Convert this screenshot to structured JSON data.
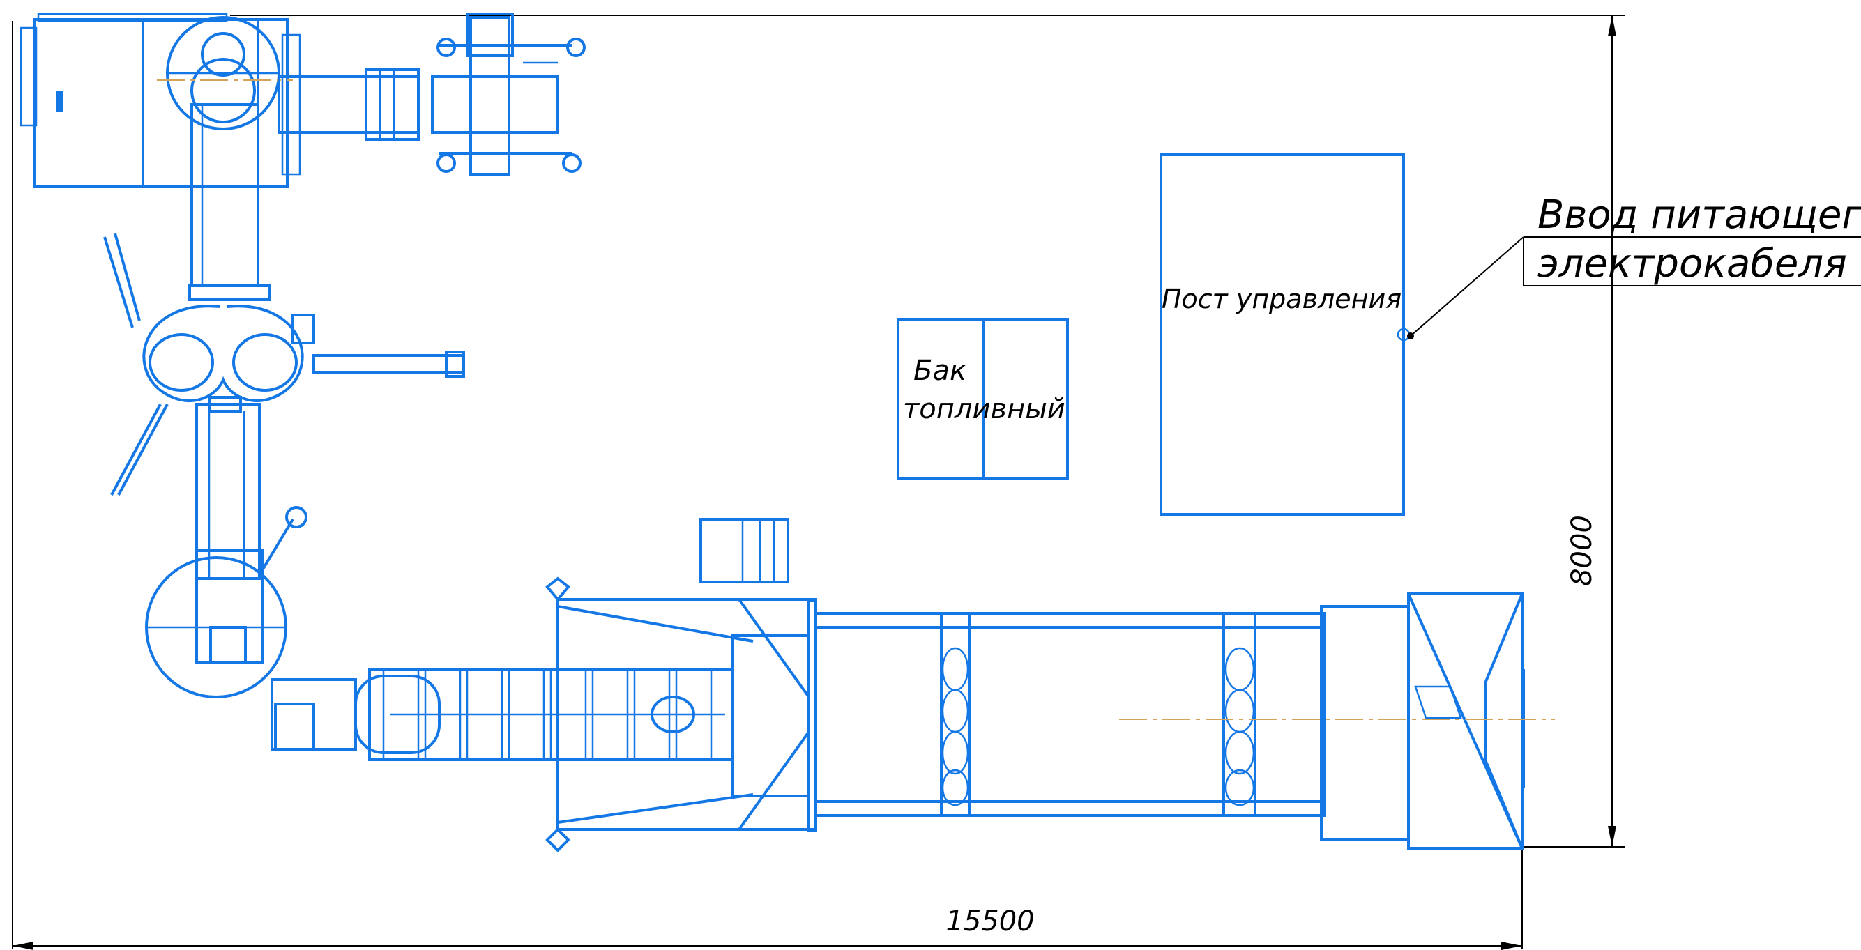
{
  "labels": {
    "fuel_tank_line1": "Бак",
    "fuel_tank_line2": "топливный",
    "control_post": "Пост управления",
    "power_cable_line1": "Ввод питающего",
    "power_cable_line2": "электрокабеля"
  },
  "dimensions": {
    "length": "15500",
    "width": "8000"
  },
  "colors": {
    "equipment": "#1477e6",
    "dimension_lines": "#000000",
    "axis_line": "#d4a35a"
  }
}
